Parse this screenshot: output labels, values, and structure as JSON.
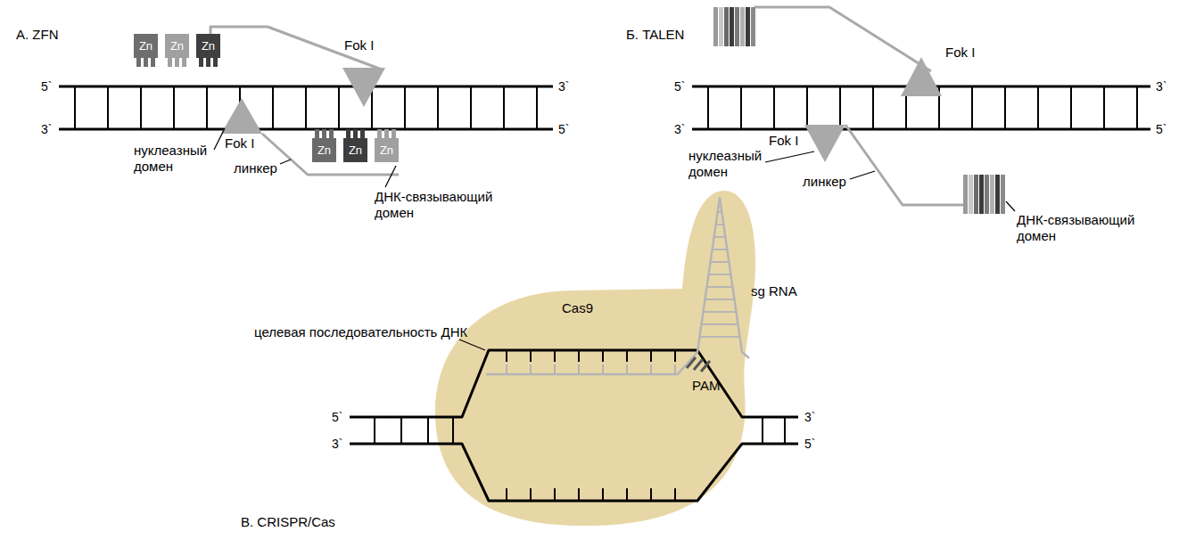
{
  "diagram": {
    "nodes": [
      {
        "text": [
          "Zn"
        ]
      },
      {
        "text": [
          "Zn"
        ]
      },
      {
        "text": [
          "Zn"
        ]
      },
      {
        "text": [
          "Zn"
        ]
      },
      {
        "text": [
          "Zn"
        ]
      },
      {
        "text": [
          "Zn"
        ]
      },
      {
        "text": [
          "Cas9"
        ]
      }
    ],
    "labels": [
      "А. ZFN",
      "Fok I",
      "5`",
      "3`",
      "3`",
      "5`",
      "Fok I",
      "нуклеазный домен",
      "линкер",
      "ДНК-связывающий домен",
      "Б. TALEN",
      "Fok I",
      "5`",
      "3`",
      "3`",
      "5`",
      "Fok I",
      "нуклеазный домен",
      "линкер",
      "ДНК-связывающий домен",
      "целевая последовательность ДНК",
      "sg RNA",
      "PAM",
      "5`",
      "3`",
      "3`",
      "5`",
      "В. CRISPR/Cas"
    ]
  }
}
